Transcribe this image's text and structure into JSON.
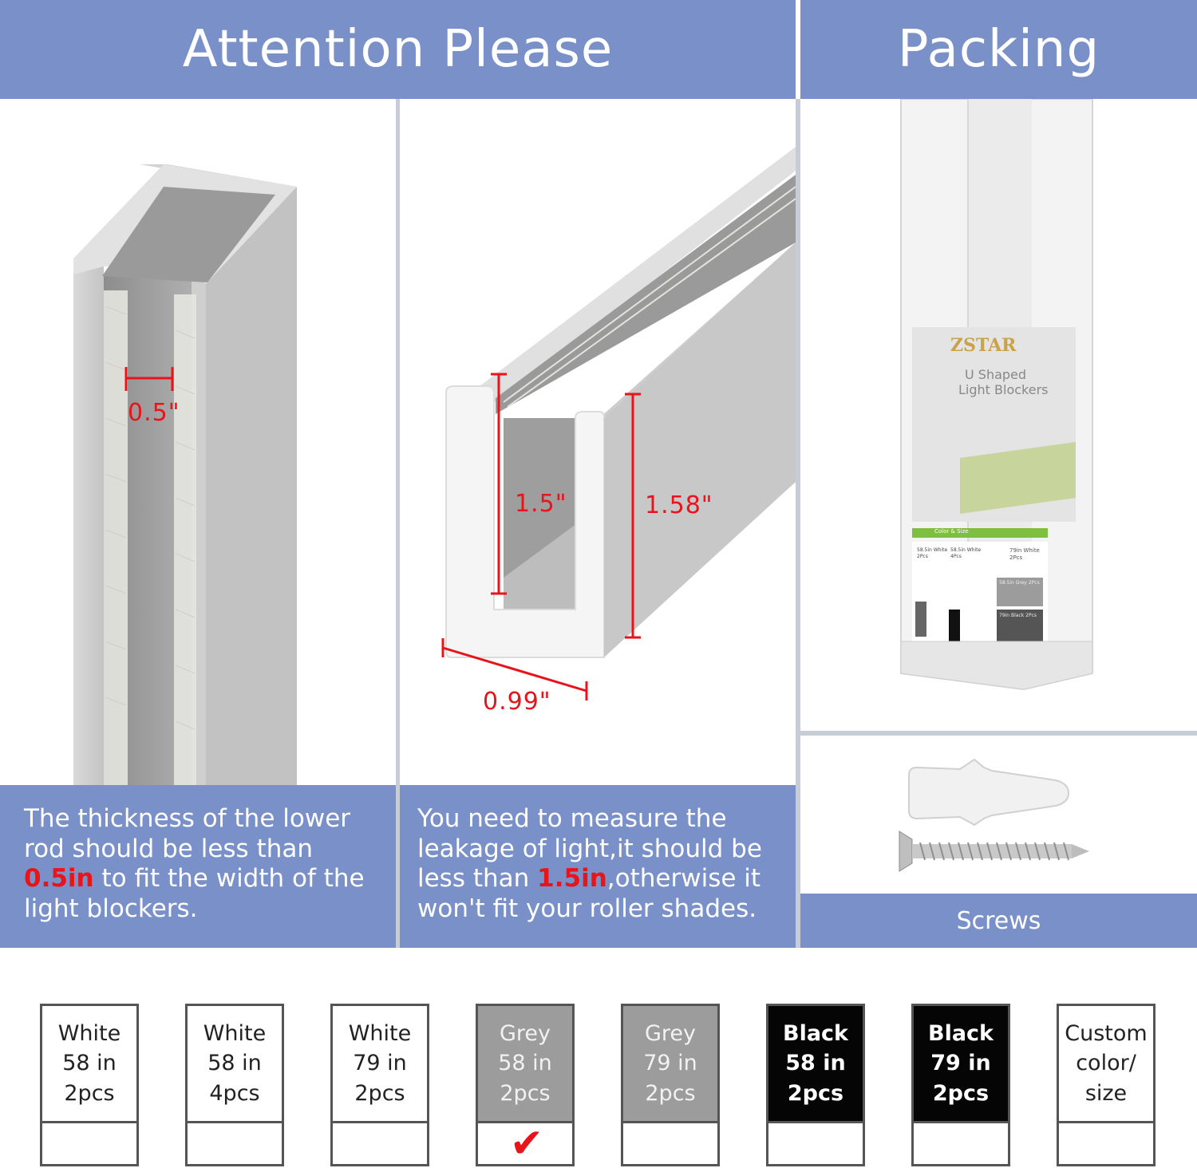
{
  "header": {
    "left_title": "Attention Please",
    "right_title": "Packing"
  },
  "panel1": {
    "dimension_label": "0.5\"",
    "text_before": "The thickness of the lower rod should be less than ",
    "highlight": "0.5in",
    "text_after": " to fit the width of the light blockers."
  },
  "panel2": {
    "dim_inner": "1.5\"",
    "dim_outer": "1.58\"",
    "dim_width": "0.99\"",
    "text_before": "You need to measure the leakage of light,it should be less than ",
    "highlight": "1.5in",
    "text_after": ",otherwise it won't fit your roller shades."
  },
  "packing": {
    "brand": "ZSTAR",
    "product_line1": "U Shaped",
    "product_line2": "Light Blockers",
    "label_header": "Color & Size",
    "label_items": [
      "58.5in White 2Pcs",
      "58.5in White 4Pcs",
      "79in White 2Pcs",
      "58.5in Grey 2Pcs",
      "79in Black 2Pcs"
    ]
  },
  "screws": {
    "label": "Screws"
  },
  "options": [
    {
      "line1": "White",
      "line2": "58 in",
      "line3": "2pcs",
      "style": "white",
      "checked": false
    },
    {
      "line1": "White",
      "line2": "58 in",
      "line3": "4pcs",
      "style": "white",
      "checked": false
    },
    {
      "line1": "White",
      "line2": "79 in",
      "line3": "2pcs",
      "style": "white",
      "checked": false
    },
    {
      "line1": "Grey",
      "line2": "58 in",
      "line3": "2pcs",
      "style": "grey",
      "checked": true
    },
    {
      "line1": "Grey",
      "line2": "79 in",
      "line3": "2pcs",
      "style": "grey",
      "checked": false
    },
    {
      "line1": "Black",
      "line2": "58 in",
      "line3": "2pcs",
      "style": "black",
      "checked": false
    },
    {
      "line1": "Black",
      "line2": "79 in",
      "line3": "2pcs",
      "style": "black",
      "checked": false
    },
    {
      "line1": "Custom",
      "line2": "color/",
      "line3": "size",
      "style": "white",
      "checked": false
    }
  ],
  "check_mark": "✔",
  "colors": {
    "banner": "#7a90c8",
    "highlight": "#e8141a",
    "grey_option": "#9c9c9c",
    "black_option": "#050505"
  }
}
